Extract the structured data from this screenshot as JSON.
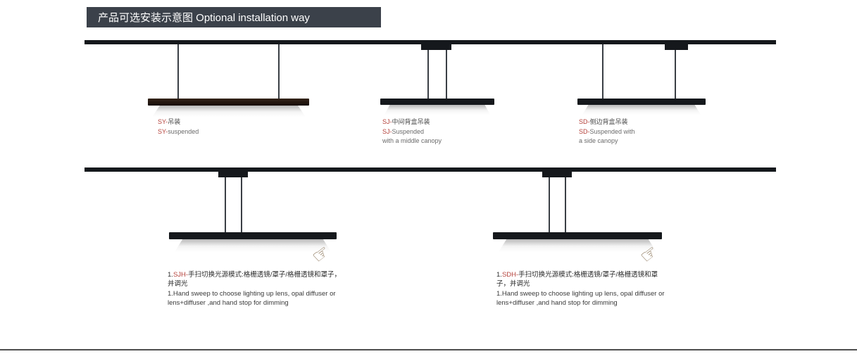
{
  "title": "产品可选安装示意图 Optional installation way",
  "colors": {
    "accent": "#b5433c",
    "track": "#15181c",
    "title_bg": "#3b414a"
  },
  "icons": {
    "hand_sweep": "☞"
  },
  "fixtures": {
    "sy": {
      "cn_code": "SY-",
      "cn_text": "吊装",
      "en_code": "SY-",
      "en_text": "suspended",
      "en2": ""
    },
    "sj": {
      "cn_code": "SJ-",
      "cn_text": "中间背盒吊装",
      "en_code": "SJ-",
      "en_text": "Suspended",
      "en2": "with a middle canopy"
    },
    "sd": {
      "cn_code": "SD-",
      "cn_text": "侧边背盒吊装",
      "en_code": "SD-",
      "en_text": "Suspended with",
      "en2": "a side canopy"
    },
    "sjh": {
      "num": "1.",
      "code": "SJH-",
      "cn_text": "手扫切换光源模式:格栅透镜/罩子/格栅透镜和罩子，并调光",
      "en_text": "1.Hand sweep to choose lighting up lens, opal diffuser or lens+diffuser ,and hand stop for dimming"
    },
    "sdh": {
      "num": "1.",
      "code": "SDH-",
      "cn_text": "手扫切换光源模式:格栅透镜/罩子/格栅透镜和罩子，并调光",
      "en_text": "1.Hand sweep to choose lighting up lens, opal diffuser or lens+diffuser ,and hand stop for dimming"
    }
  }
}
